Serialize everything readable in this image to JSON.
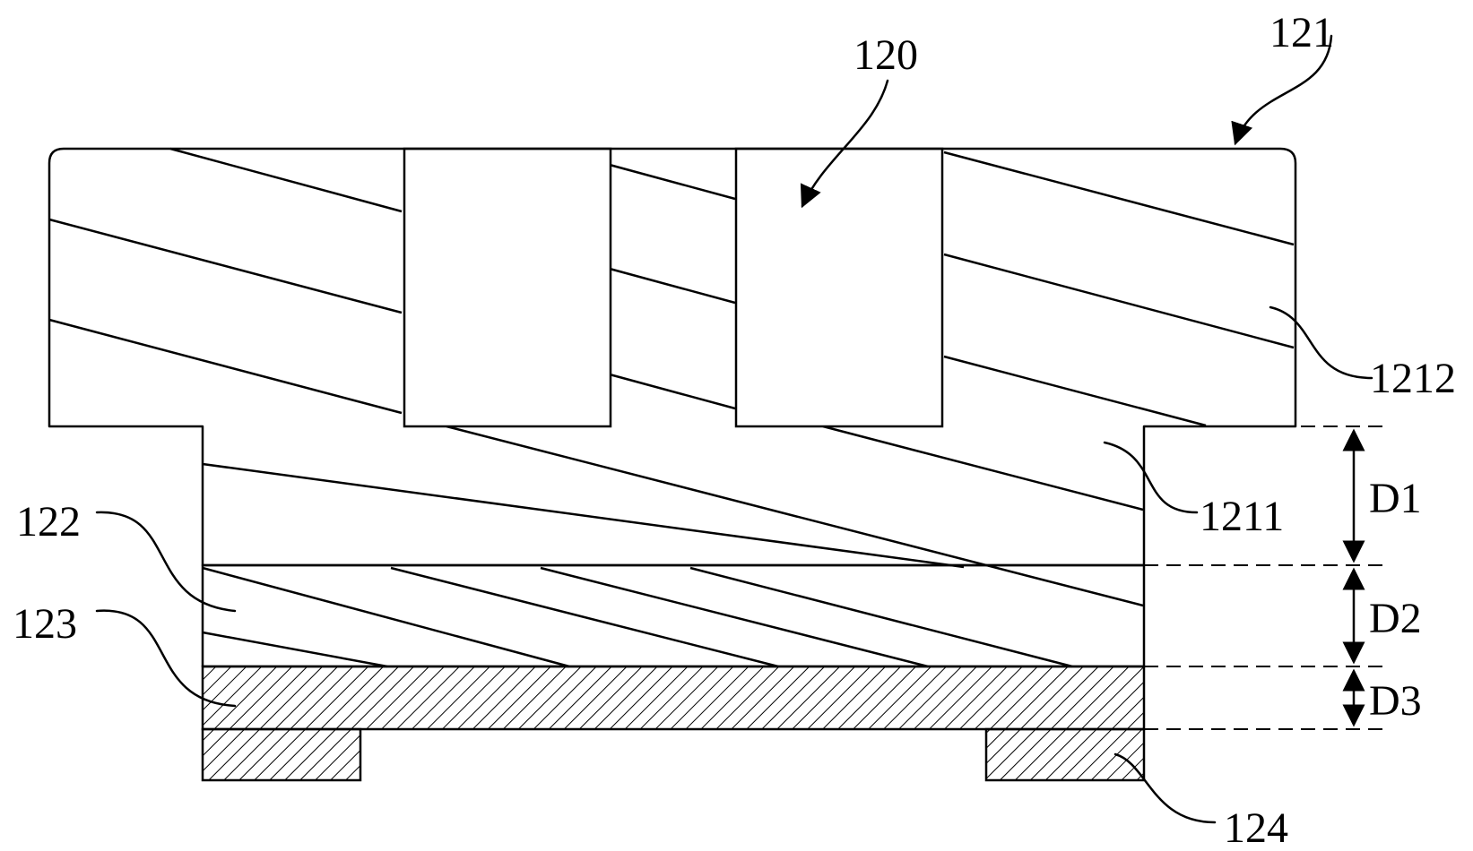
{
  "labels": {
    "l120": "120",
    "l121": "121",
    "l1211": "1211",
    "l1212": "1212",
    "l122": "122",
    "l123": "123",
    "l124": "124",
    "d1": "D1",
    "d2": "D2",
    "d3": "D3"
  }
}
